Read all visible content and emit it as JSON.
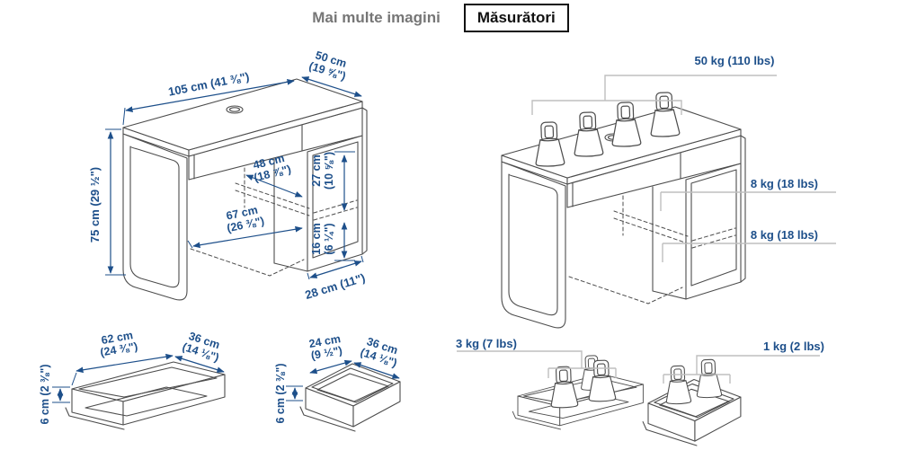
{
  "tabs": {
    "more_images": "Mai multe imagini",
    "measurements": "Măsurători"
  },
  "colors": {
    "dimension_blue": "#1d4f8a",
    "line_gray": "#4d4d4d",
    "leader_gray": "#bfbfbf",
    "tab_inactive_gray": "#767676",
    "tab_active_black": "#111111"
  },
  "desk_dims": {
    "width": "105 cm (41 ⅜\")",
    "depth_1": "50 cm",
    "depth_2": "(19 ⅝\")",
    "height": "75 cm (29 ½\")",
    "inner_width_1": "48 cm",
    "inner_width_2": "(18 ⅞\")",
    "upper_shelf_1": "27 cm",
    "upper_shelf_2": "(10 ⅝\")",
    "knee_width_1": "67 cm",
    "knee_width_2": "(26 ⅜\")",
    "lower_shelf_1": "16 cm",
    "lower_shelf_2": "(6 ¼\")",
    "pedestal_width": "28 cm (11\")"
  },
  "loads": {
    "desk_top": "50 kg (110 lbs)",
    "shelf_upper": "8 kg (18 lbs)",
    "shelf_lower": "8 kg (18 lbs)",
    "drawer_large": "3 kg (7 lbs)",
    "drawer_small": "1 kg (2 lbs)"
  },
  "drawer_large": {
    "width_1": "62 cm",
    "width_2": "(24 ⅜\")",
    "depth_1": "36 cm",
    "depth_2": "(14 ⅛\")",
    "height": "6 cm (2 ⅜\")"
  },
  "drawer_small": {
    "width_1": "24 cm",
    "width_2": "(9 ½\")",
    "depth_1": "36 cm",
    "depth_2": "(14 ⅛\")",
    "height": "6 cm (2 ⅜\")"
  }
}
